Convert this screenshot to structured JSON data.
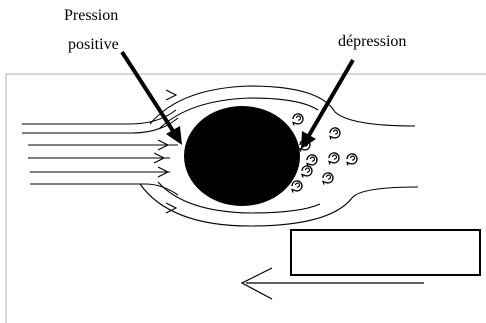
{
  "labels": {
    "pression_line1": "Pression",
    "pression_line2": "positive",
    "depression": "dépression"
  },
  "legend_box": {
    "text": ""
  },
  "colors": {
    "ink": "#000000",
    "frame": "#bdbdbd",
    "background": "#ffffff"
  },
  "icons": {
    "vortex": "swirl-icon",
    "flow_arrow": "arrowhead-icon"
  }
}
